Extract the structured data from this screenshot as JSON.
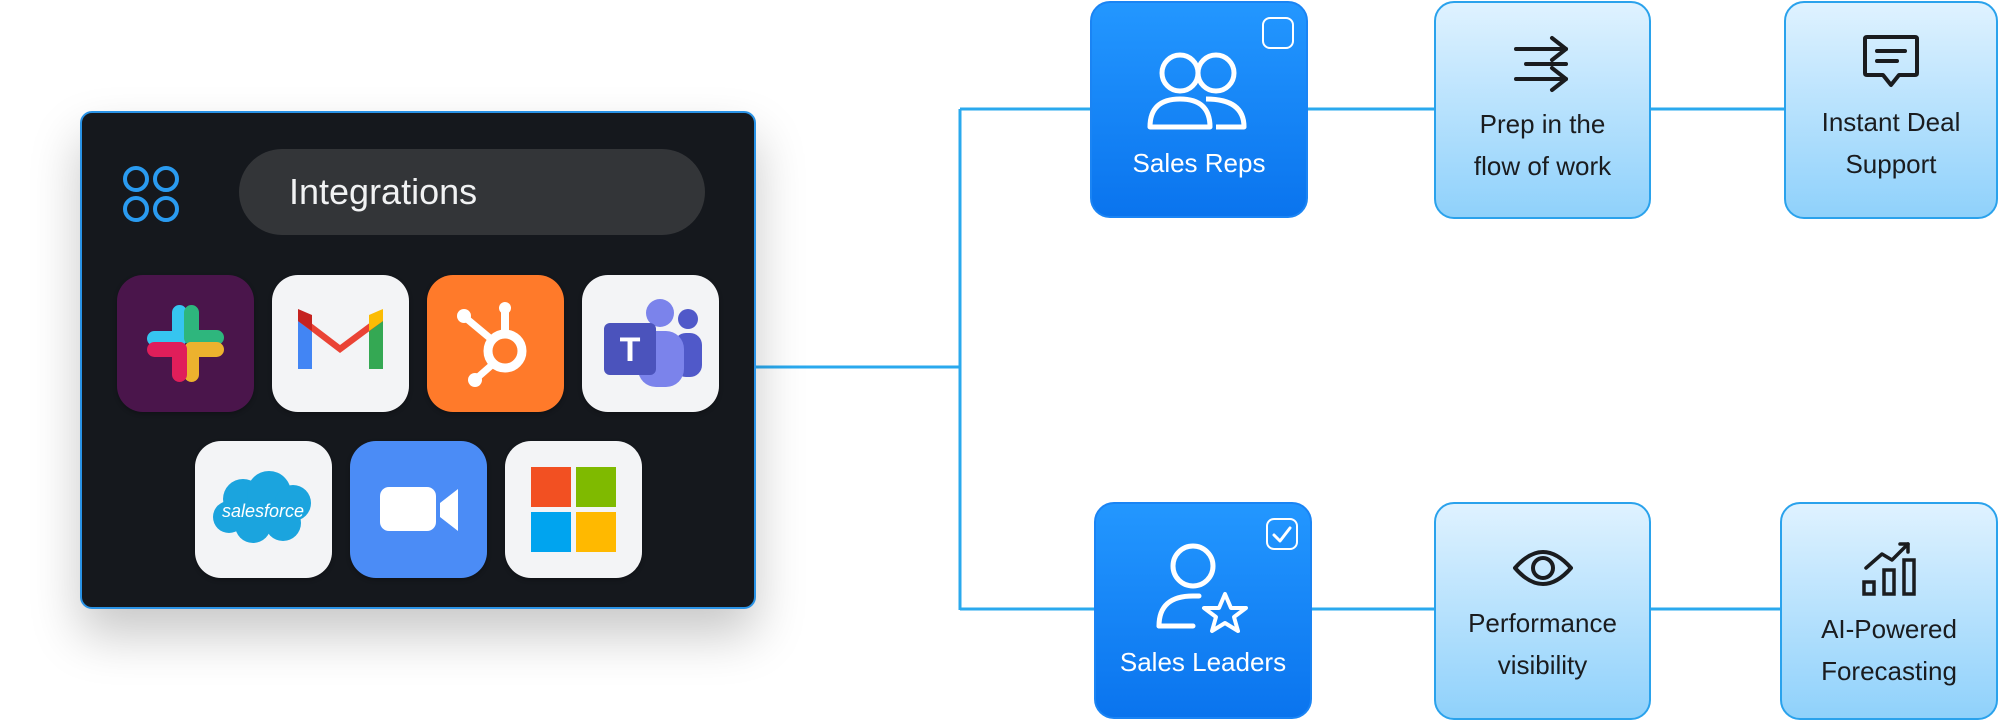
{
  "integrations": {
    "title": "Integrations",
    "apps": [
      {
        "name": "Slack",
        "icon": "slack-icon"
      },
      {
        "name": "Gmail",
        "icon": "gmail-icon"
      },
      {
        "name": "HubSpot",
        "icon": "hubspot-icon"
      },
      {
        "name": "Microsoft Teams",
        "icon": "teams-icon"
      },
      {
        "name": "Salesforce",
        "icon": "salesforce-icon"
      },
      {
        "name": "Zoom",
        "icon": "zoom-icon"
      },
      {
        "name": "Microsoft",
        "icon": "microsoft-icon"
      }
    ]
  },
  "roles": [
    {
      "label": "Sales Reps",
      "icon": "users-icon",
      "checked": false
    },
    {
      "label": "Sales Leaders",
      "icon": "user-star-icon",
      "checked": true
    }
  ],
  "features": [
    {
      "line1": "Prep in the",
      "line2": "flow of work",
      "icon": "arrows-right-icon"
    },
    {
      "line1": "Instant Deal",
      "line2": "Support",
      "icon": "chat-icon"
    },
    {
      "line1": "Performance",
      "line2": "visibility",
      "icon": "eye-icon"
    },
    {
      "line1": "AI-Powered",
      "line2": "Forecasting",
      "icon": "bar-chart-icon"
    }
  ],
  "salesforce_wordmark": "salesforce",
  "colors": {
    "connector": "#2aa9ee",
    "role_node": "#1a84f4",
    "feature_node": "#8fd1fb",
    "panel_bg": "#15181d"
  }
}
